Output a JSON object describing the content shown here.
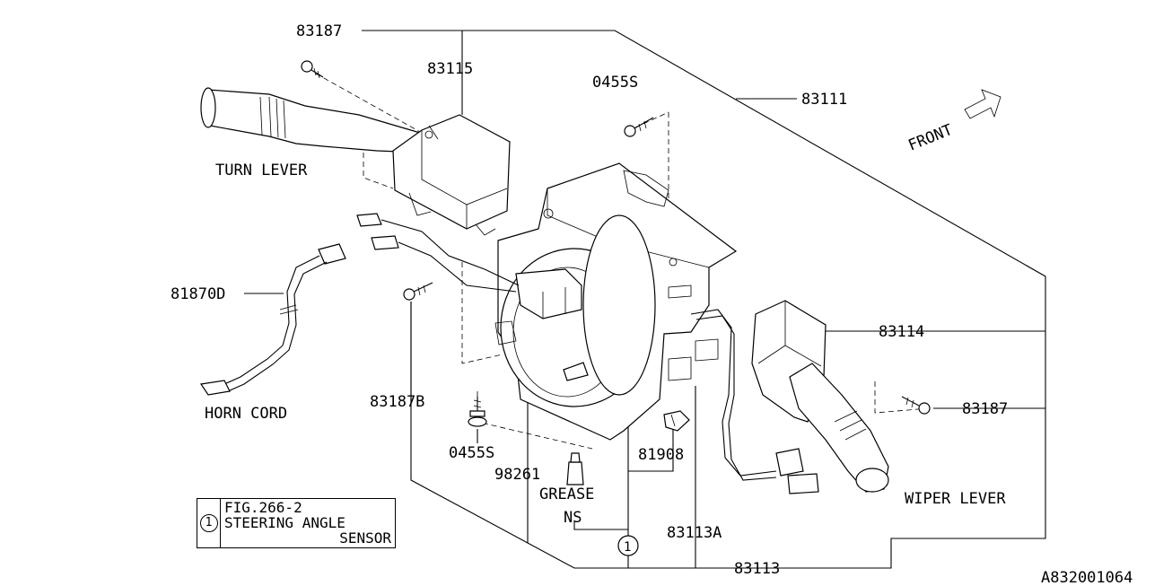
{
  "parts": {
    "p83187_top": "83187",
    "p83115": "83115",
    "p0455s_top": "0455S",
    "p83111": "83111",
    "front": "FRONT",
    "turn_lever": "TURN LEVER",
    "p81870d": "81870D",
    "horn_cord": "HORN CORD",
    "p83187b": "83187B",
    "p0455s_bottom": "0455S",
    "p98261": "98261",
    "grease": "GREASE",
    "ns": "NS",
    "p81908": "81908",
    "p83113a": "83113A",
    "p83113": "83113",
    "p83114": "83114",
    "p83187_right": "83187",
    "wiper_lever": "WIPER LEVER",
    "ref_num": "1",
    "callout_num": "1",
    "drawing_id": "A832001064"
  },
  "reference": {
    "line1": "FIG.266-2",
    "line2": "STEERING ANGLE",
    "line3": "SENSOR"
  }
}
